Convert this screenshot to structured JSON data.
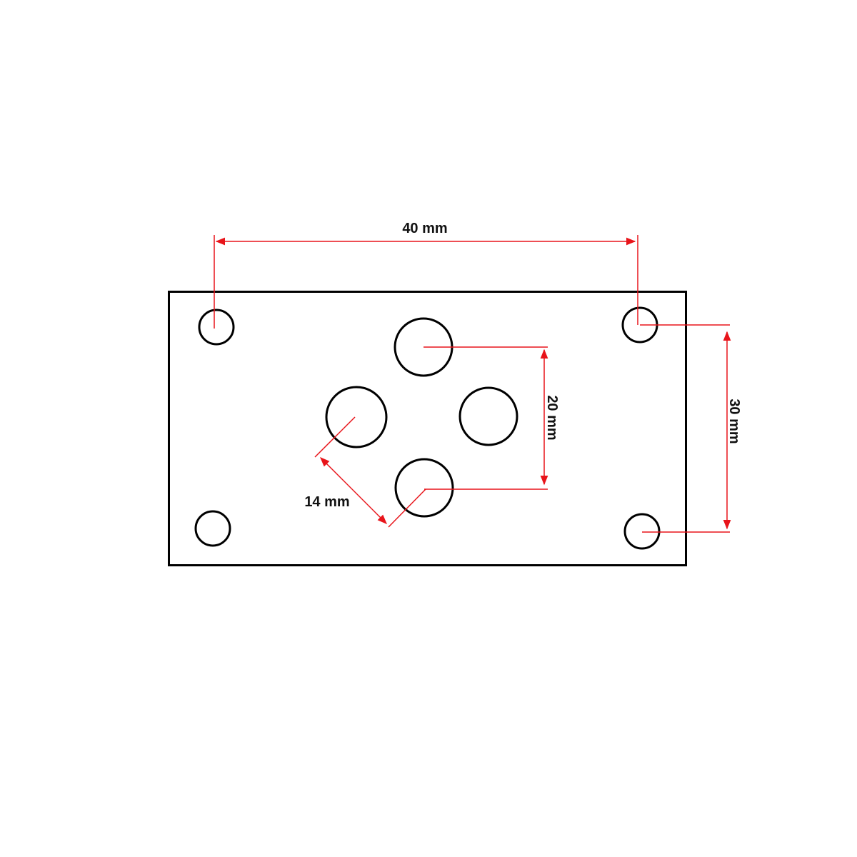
{
  "colors": {
    "background": "#ffffff",
    "outline": "#000000",
    "dimension": "#e8141a"
  },
  "dimensions": {
    "mounting_hole_spacing_horizontal": "40 mm",
    "mounting_hole_spacing_vertical": "30 mm",
    "port_spacing_vertical": "20 mm",
    "port_spacing_diagonal": "14 mm"
  }
}
